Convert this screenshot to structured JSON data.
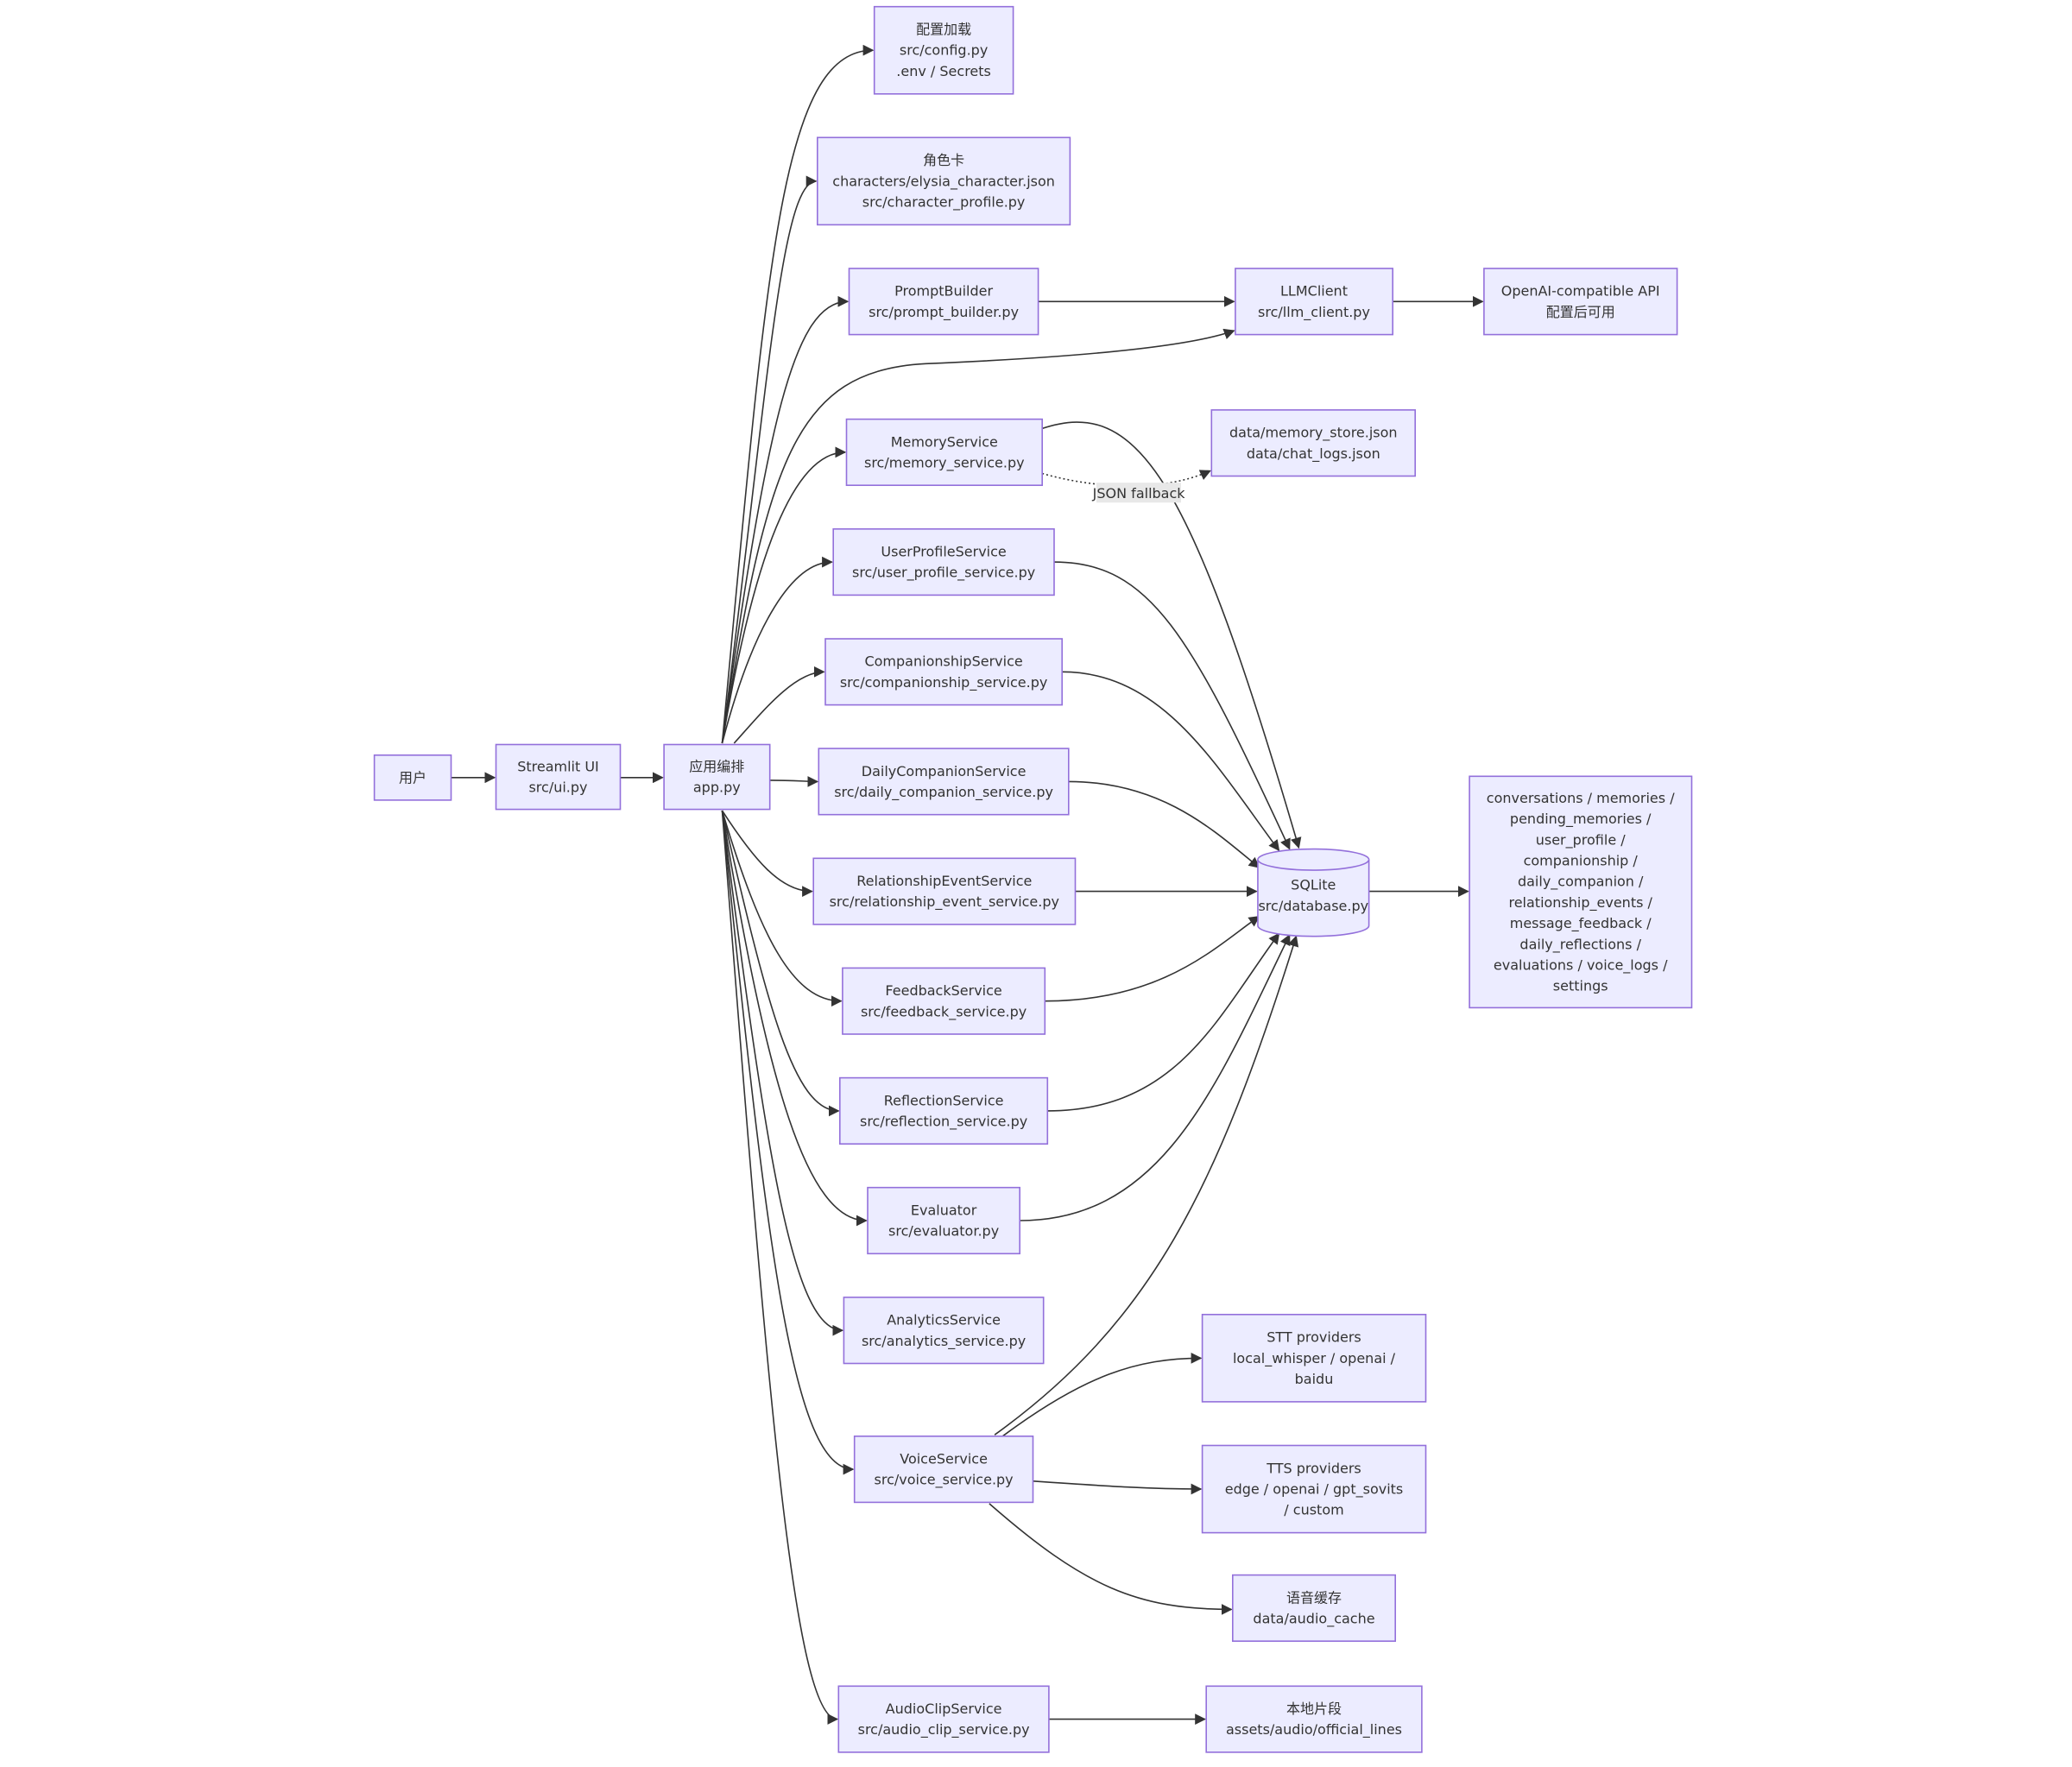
{
  "nodes": {
    "user": {
      "lines": [
        "用户"
      ]
    },
    "streamlit": {
      "lines": [
        "Streamlit UI",
        "src/ui.py"
      ]
    },
    "app": {
      "lines": [
        "应用编排",
        "app.py"
      ]
    },
    "config": {
      "lines": [
        "配置加载",
        "src/config.py",
        ".env / Secrets"
      ]
    },
    "character": {
      "lines": [
        "角色卡",
        "characters/elysia_character.json",
        "src/character_profile.py"
      ]
    },
    "prompt": {
      "lines": [
        "PromptBuilder",
        "src/prompt_builder.py"
      ]
    },
    "llm": {
      "lines": [
        "LLMClient",
        "src/llm_client.py"
      ]
    },
    "openai": {
      "lines": [
        "OpenAI-compatible API",
        "配置后可用"
      ]
    },
    "memory": {
      "lines": [
        "MemoryService",
        "src/memory_service.py"
      ]
    },
    "memjson": {
      "lines": [
        "data/memory_store.json",
        "data/chat_logs.json"
      ]
    },
    "userprofile": {
      "lines": [
        "UserProfileService",
        "src/user_profile_service.py"
      ]
    },
    "companionship": {
      "lines": [
        "CompanionshipService",
        "src/companionship_service.py"
      ]
    },
    "daily": {
      "lines": [
        "DailyCompanionService",
        "src/daily_companion_service.py"
      ]
    },
    "relationship": {
      "lines": [
        "RelationshipEventService",
        "src/relationship_event_service.py"
      ]
    },
    "feedback": {
      "lines": [
        "FeedbackService",
        "src/feedback_service.py"
      ]
    },
    "reflection": {
      "lines": [
        "ReflectionService",
        "src/reflection_service.py"
      ]
    },
    "evaluator": {
      "lines": [
        "Evaluator",
        "src/evaluator.py"
      ]
    },
    "analytics": {
      "lines": [
        "AnalyticsService",
        "src/analytics_service.py"
      ]
    },
    "voice": {
      "lines": [
        "VoiceService",
        "src/voice_service.py"
      ]
    },
    "audioclip": {
      "lines": [
        "AudioClipService",
        "src/audio_clip_service.py"
      ]
    },
    "sqlite": {
      "lines": [
        "SQLite",
        "src/database.py"
      ]
    },
    "tables": {
      "lines": [
        "conversations / memories /",
        "pending_memories /",
        "user_profile /",
        "companionship /",
        "daily_companion /",
        "relationship_events /",
        "message_feedback /",
        "daily_reflections /",
        "evaluations / voice_logs /",
        "settings"
      ]
    },
    "stt": {
      "lines": [
        "STT providers",
        "local_whisper / openai /",
        "baidu"
      ]
    },
    "tts": {
      "lines": [
        "TTS providers",
        "edge / openai / gpt_sovits",
        "/ custom"
      ]
    },
    "audiocache": {
      "lines": [
        "语音缓存",
        "data/audio_cache"
      ]
    },
    "localclips": {
      "lines": [
        "本地片段",
        "assets/audio/official_lines"
      ]
    }
  },
  "edge_labels": {
    "json_fallback": "JSON fallback"
  },
  "colors": {
    "node_fill": "#ececff",
    "node_stroke": "#9370db",
    "edge": "#333333",
    "text": "#333333",
    "label_bg": "#e8e8e8"
  }
}
